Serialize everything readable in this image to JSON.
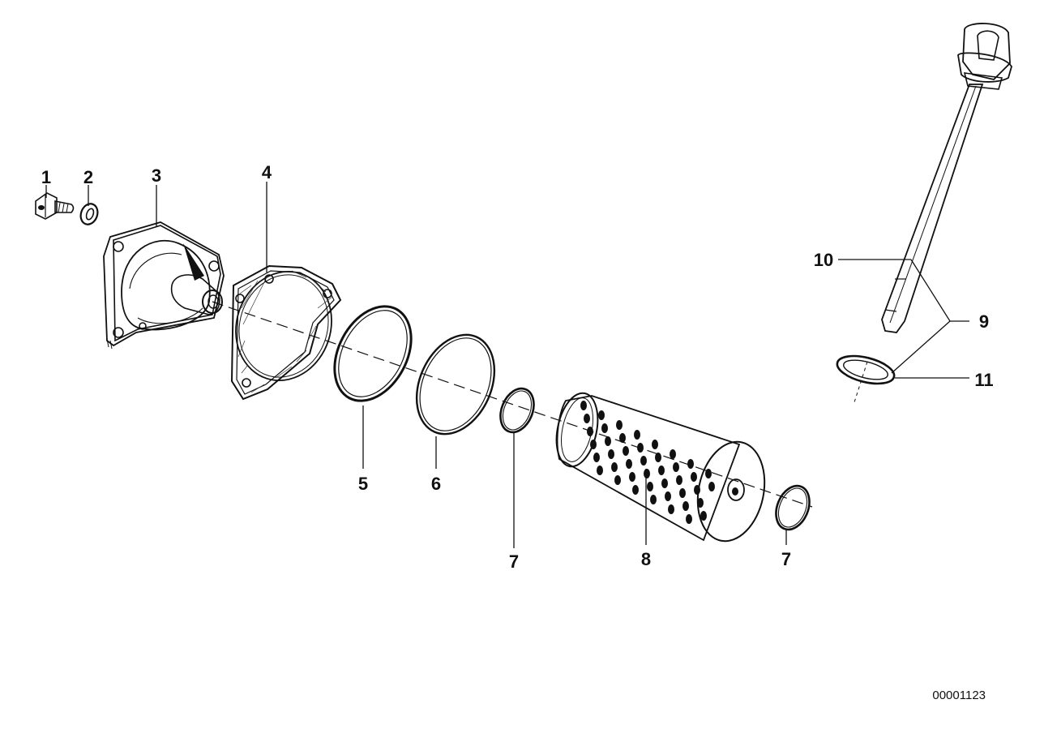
{
  "document_number": "00001123",
  "callouts": {
    "c1": "1",
    "c2": "2",
    "c3": "3",
    "c4": "4",
    "c5": "5",
    "c6": "6",
    "c7a": "7",
    "c7b": "7",
    "c8": "8",
    "c9": "9",
    "c10": "10",
    "c11": "11"
  }
}
